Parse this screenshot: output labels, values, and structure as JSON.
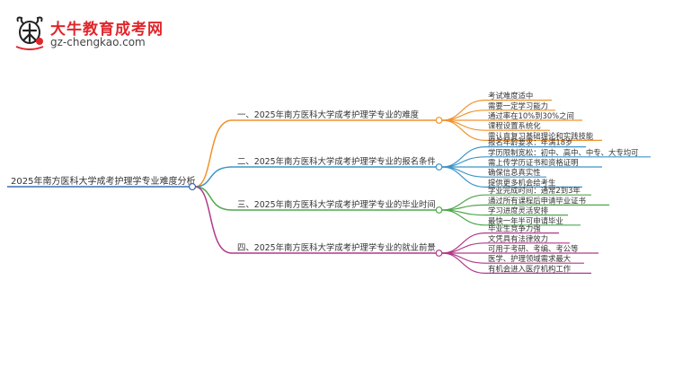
{
  "brand": {
    "name": "大牛教育成考网",
    "url": "gz-chengkao.com",
    "color": "#e0262b"
  },
  "root": {
    "label": "2025年南方医科大学成考护理学专业难度分析"
  },
  "branches": [
    {
      "label": "一、2025年南方医科大学成考护理学专业的难度",
      "color": "#f0922a",
      "items": [
        "考试难度适中",
        "需要一定学习能力",
        "通过率在10%到30%之间",
        "课程设置系统化",
        "需认真复习基础理论和实践技能"
      ]
    },
    {
      "label": "二、2025年南方医科大学成考护理学专业的报名条件",
      "color": "#3c95c8",
      "items": [
        "报名年龄要求：年满18岁",
        "学历限制宽松：初中、高中、中专、大专均可",
        "需上传学历证书和资格证明",
        "确保信息真实性",
        "提供更多机会给考生"
      ]
    },
    {
      "label": "三、2025年南方医科大学成考护理学专业的毕业时间",
      "color": "#4ea84b",
      "items": [
        "学业完成时间：通常2到3年",
        "通过所有课程后申请毕业证书",
        "学习进度灵活安排",
        "最快一年半可申请毕业"
      ]
    },
    {
      "label": "四、2025年南方医科大学成考护理学专业的就业前景",
      "color": "#b0398a",
      "items": [
        "毕业生竞争力强",
        "文凭具有法律效力",
        "可用于考研、考编、考公等",
        "医学、护理领域需求最大",
        "有机会进入医疗机构工作"
      ]
    }
  ]
}
